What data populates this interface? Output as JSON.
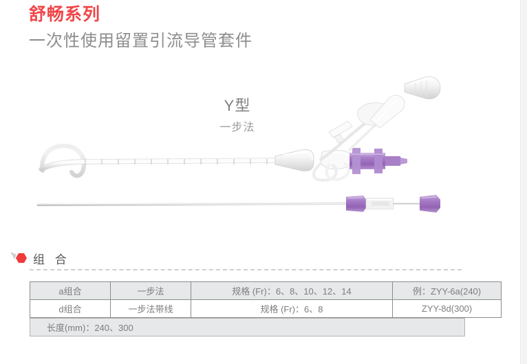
{
  "header": {
    "series_title": "舒畅系列",
    "product_title": "一次性使用留置引流导管套件"
  },
  "figure": {
    "type_label": "Y型",
    "method_label": "一步法",
    "illustration_name": "drainage-catheter-kit-photo"
  },
  "section": {
    "icon": "hexagon-tag-icon",
    "title": "组 合",
    "accent_color": "#ee3b3b"
  },
  "spec_table": {
    "rows": [
      {
        "combo": "a组合",
        "method": "一步法",
        "spec": "规格 (Fr)：6、8、10、12、14",
        "example": "例：ZYY-6a(240)"
      },
      {
        "combo": "d组合",
        "method": "一步法带线",
        "spec": "规格 (Fr)：6、8",
        "example": "ZYY-8d(300)"
      }
    ],
    "length_row": "长度(mm)：240、300"
  },
  "colors": {
    "series_red": "#f0464a",
    "title_gray": "#8d8d8d",
    "table_border": "#8b8b8b",
    "table_shade": "#e6e8e9",
    "hub_purple": "#a877c4"
  }
}
